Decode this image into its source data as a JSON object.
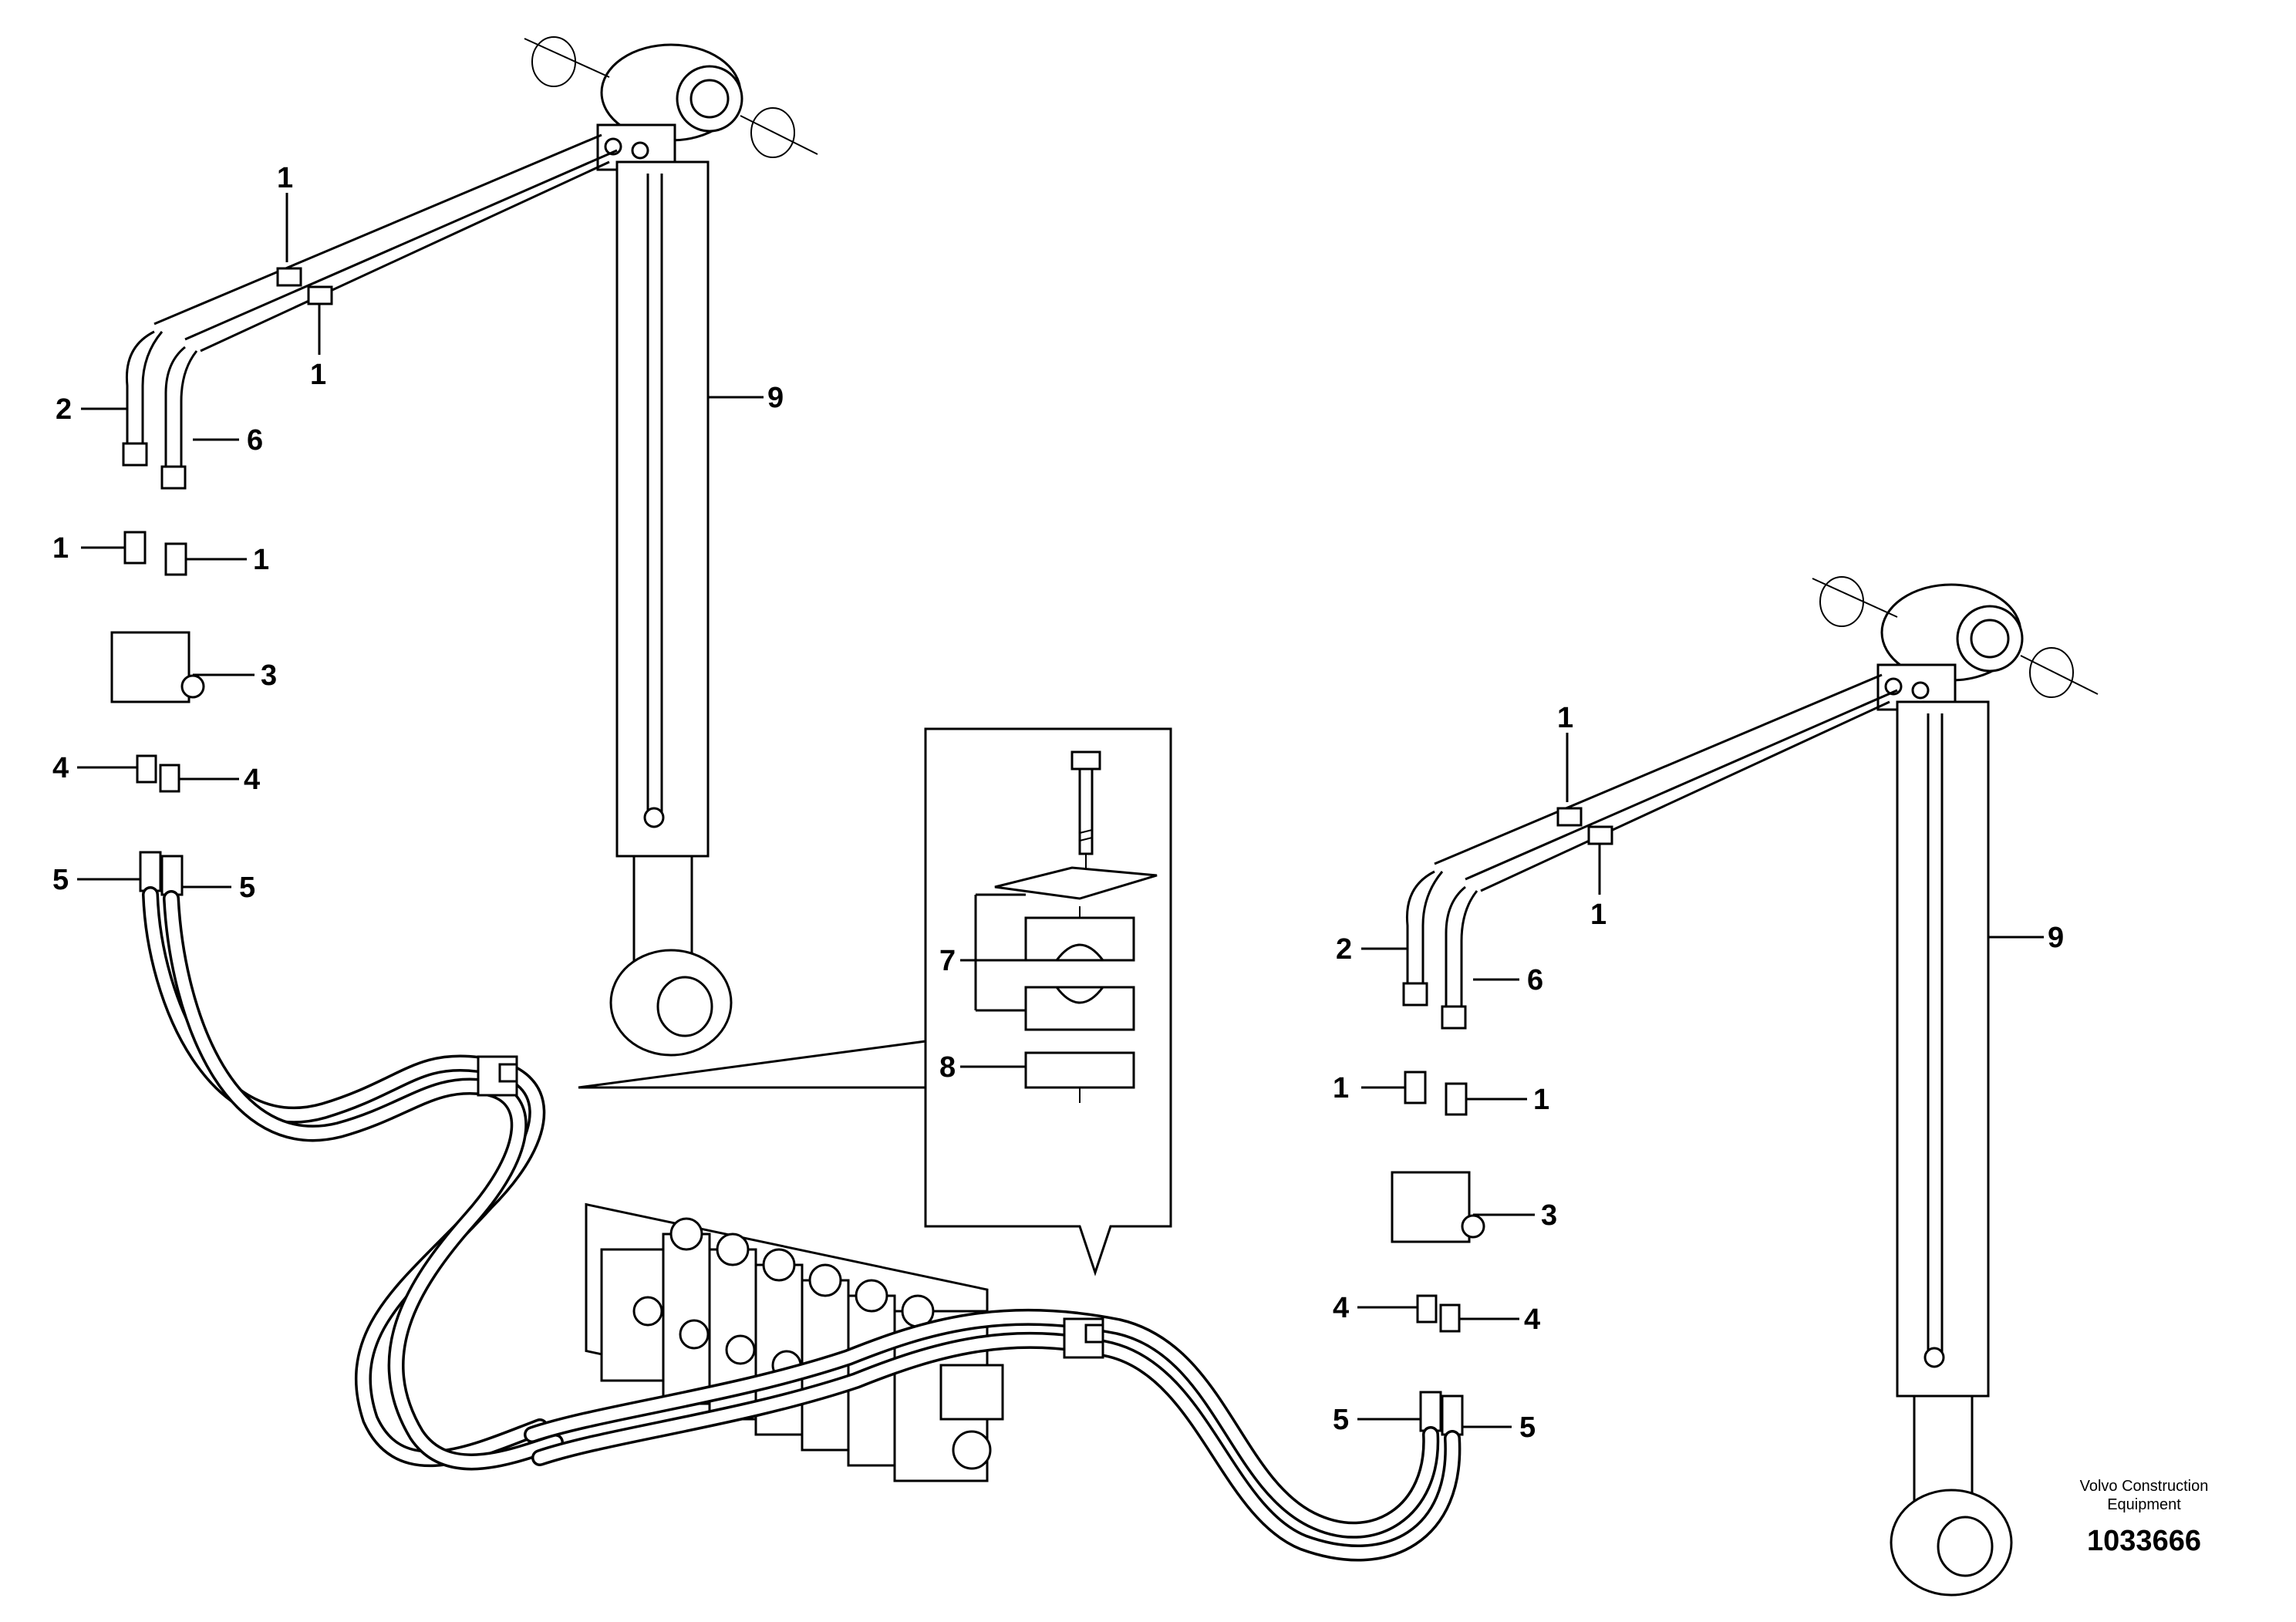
{
  "labels": {
    "l1": "1",
    "l2": "1",
    "l3": "1",
    "l4": "1",
    "l5": "1",
    "l6": "1",
    "l7": "1",
    "l8": "1",
    "l9": "2",
    "l10": "2",
    "l11": "3",
    "l12": "3",
    "l13": "4",
    "l14": "4",
    "l15": "4",
    "l16": "4",
    "l17": "5",
    "l18": "5",
    "l19": "5",
    "l20": "5",
    "l21": "6",
    "l22": "6",
    "l23": "7",
    "l24": "8",
    "l25": "9",
    "l26": "9"
  },
  "brand": {
    "line1": "Volvo Construction",
    "line2": "Equipment"
  },
  "document_number": "1033666"
}
